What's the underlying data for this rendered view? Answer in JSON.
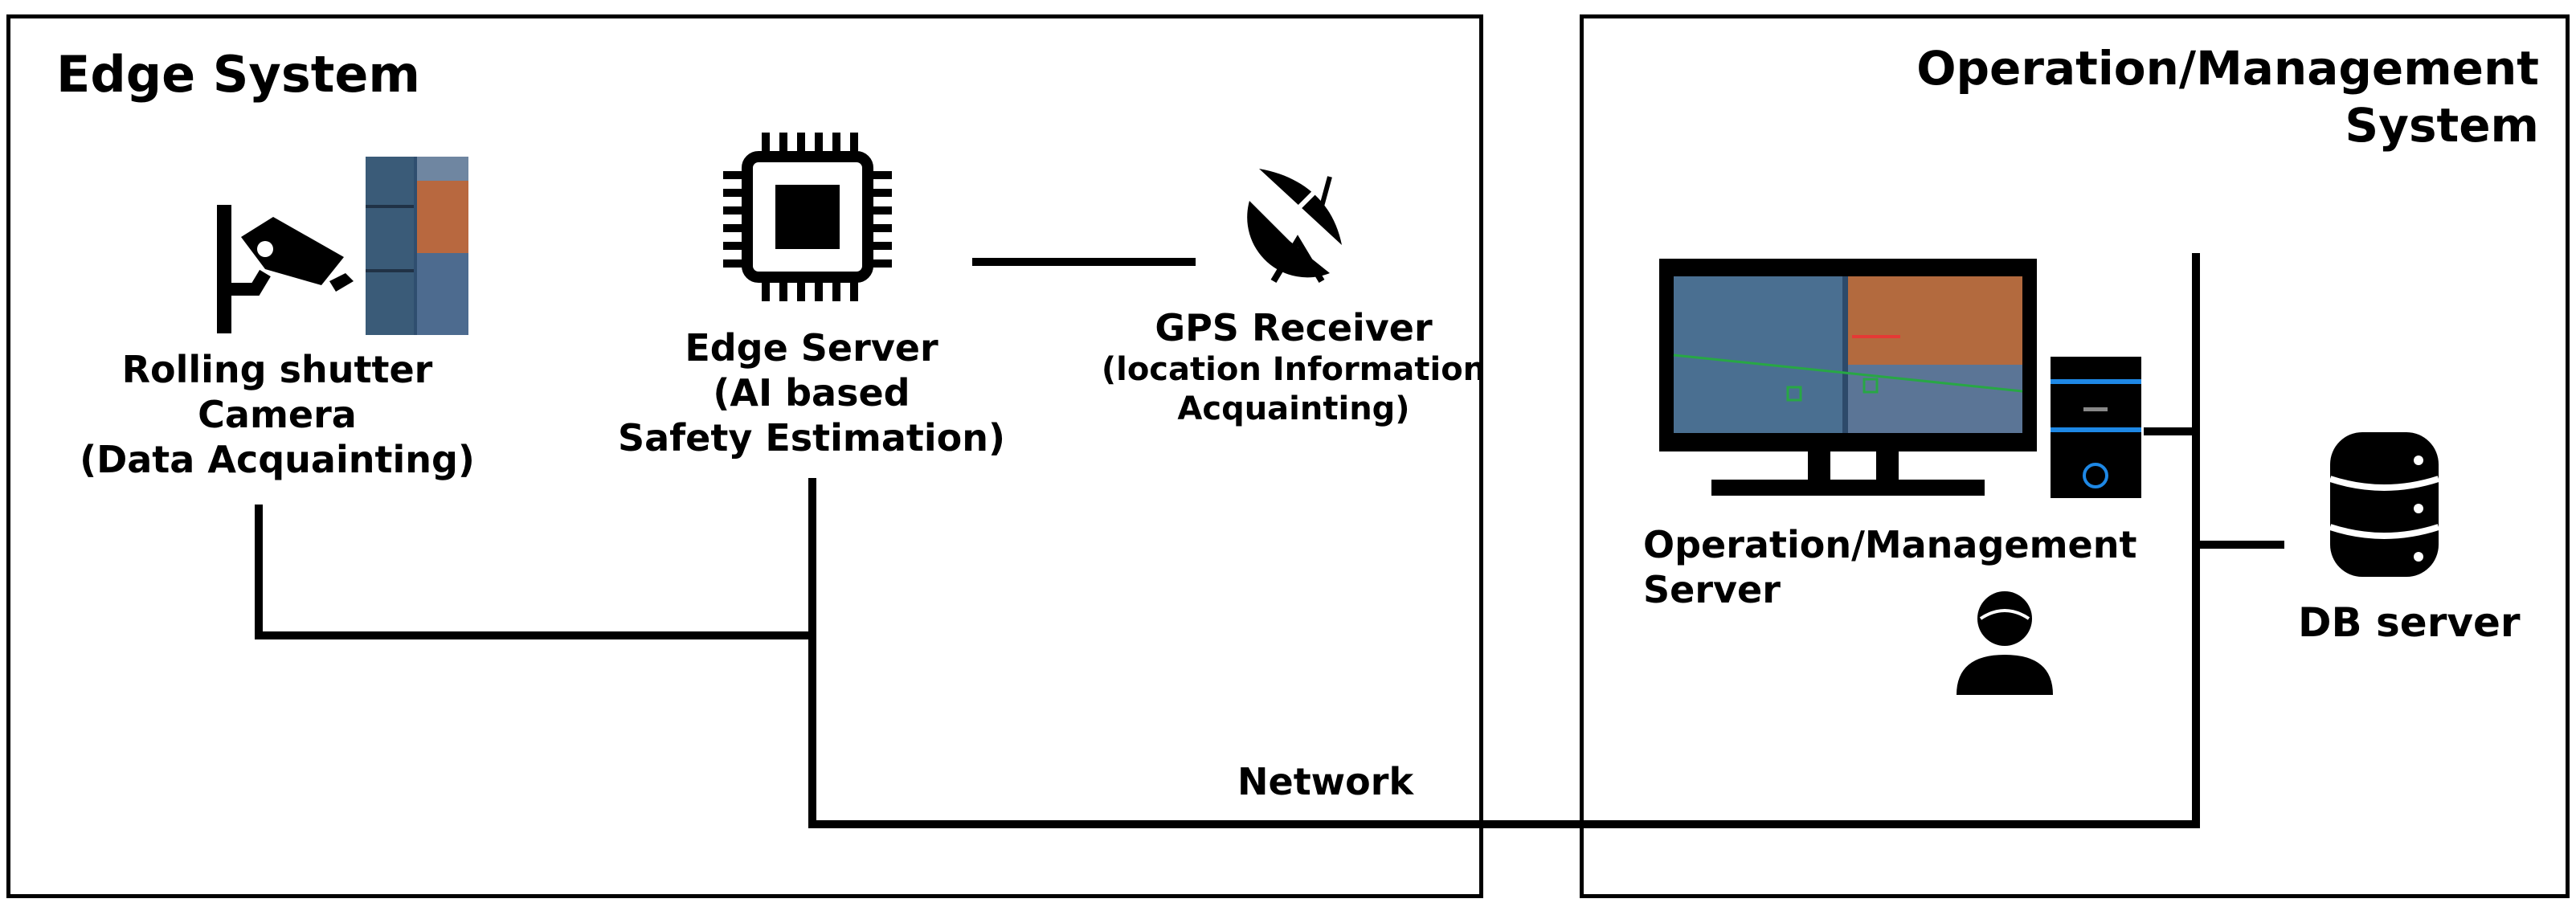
{
  "edge_system": {
    "title": "Edge System",
    "camera": {
      "line1": "Rolling shutter",
      "line2": "Camera",
      "line3": "(Data Acquainting)",
      "icon": "cctv-camera-icon"
    },
    "edge_server": {
      "line1": "Edge Server",
      "line2": "(AI based",
      "line3": "Safety Estimation)",
      "icon": "cpu-chip-icon"
    },
    "gps": {
      "line1": "GPS Receiver",
      "line2": "(location Information",
      "line3": "Acquainting)",
      "icon": "satellite-dish-icon"
    }
  },
  "operation_system": {
    "title_line1": "Operation/Management",
    "title_line2": "System",
    "server": {
      "line1": "Operation/Management",
      "line2": "Server",
      "icon": "monitor-pc-icon"
    },
    "operator_icon": "user-icon",
    "db": {
      "label": "DB server",
      "icon": "database-icon"
    }
  },
  "network_label": "Network",
  "colors": {
    "line": "#000000",
    "background": "#ffffff",
    "accent_blue": "#1e88e5"
  }
}
